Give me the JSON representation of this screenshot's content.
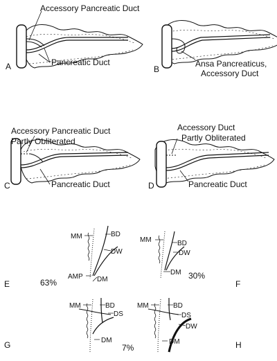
{
  "panels": {
    "A": {
      "letter": "A",
      "top_label": "Accessory Pancreatic Duct",
      "bottom_label": "Pancreatic Duct"
    },
    "B": {
      "letter": "B",
      "label_line1": "Ansa Pancreaticus,",
      "label_line2": "Accessory Duct"
    },
    "C": {
      "letter": "C",
      "top_line1": "Accessory Pancreatic Duct",
      "top_line2": "Partly Obliterated",
      "bottom_label": "Pancreatic Duct"
    },
    "D": {
      "letter": "D",
      "top_line1": "Accessory Duct",
      "top_line2": "Partly Obliterated",
      "bottom_label": "Pancreatic Duct"
    },
    "E": {
      "letter": "E",
      "percent": "63%",
      "labels": {
        "mm": "MM",
        "bd": "BD",
        "dw": "DW",
        "amp": "AMP",
        "dm": "DM"
      }
    },
    "F": {
      "letter": "F",
      "percent": "30%",
      "labels": {
        "mm": "MM",
        "bd": "BD",
        "dw": "DW",
        "dm": "DM"
      }
    },
    "G": {
      "letter": "G",
      "percent": "7%",
      "labels": {
        "mm": "MM",
        "bd": "BD",
        "ds": "DS",
        "dm": "DM"
      }
    },
    "H": {
      "letter": "H",
      "labels": {
        "mm": "MM",
        "bd": "BD",
        "ds": "DS",
        "dw": "DW",
        "dm": "DM"
      }
    }
  }
}
